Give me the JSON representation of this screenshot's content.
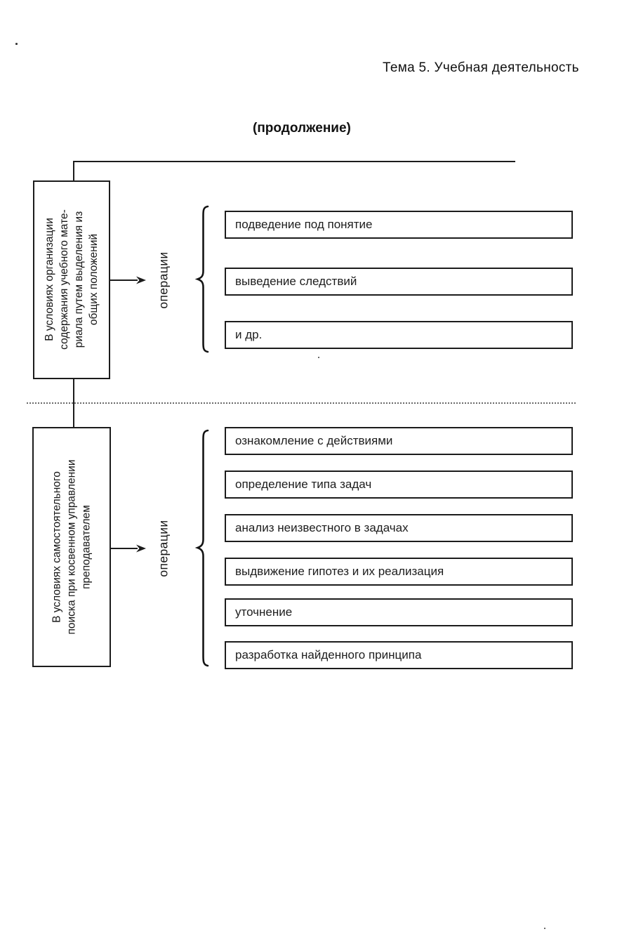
{
  "page": {
    "header": "Тема 5. Учебная деятельность",
    "subtitle": "(продолжение)"
  },
  "sections": [
    {
      "condition": "В условиях организации\nсодержания учебного мате-\nриала путем выделения из\nобщих положений",
      "label": "операции",
      "operations": [
        "подведение под понятие",
        "выведение следствий",
        "и др."
      ]
    },
    {
      "condition": "В условиях самостоятельного\nпоиска при косвенном управлении\nпреподавателем",
      "label": "операции",
      "operations": [
        "ознакомление с действиями",
        "определение типа задач",
        "анализ неизвестного в задачах",
        "выдвижение гипотез и их реализация",
        "уточнение",
        "разработка найденного принципа"
      ]
    }
  ]
}
